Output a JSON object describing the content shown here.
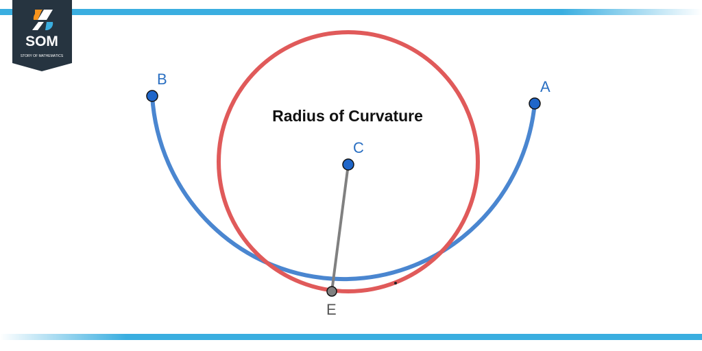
{
  "logo": {
    "text": "SOM",
    "subtext": "STORY OF MATHEMATICS"
  },
  "diagram": {
    "title": "Radius of Curvature",
    "points": {
      "A": "A",
      "B": "B",
      "C": "C",
      "E": "E"
    }
  },
  "colors": {
    "curve": "#4a86d0",
    "circle": "#e05a5a",
    "radius_line": "#808080",
    "point_fill": "#1f66c9",
    "label": "#2a6fc2",
    "stripe": "#3aaee0",
    "logo_bg": "#263440"
  }
}
